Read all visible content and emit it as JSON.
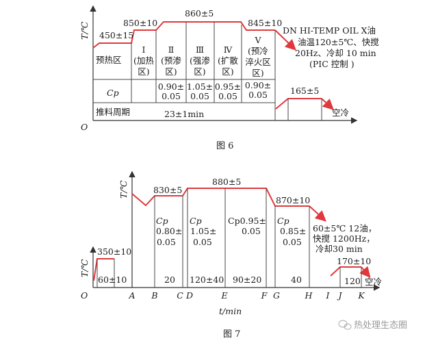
{
  "fig6": {
    "y_axis_label": "T/℃",
    "origin": "O",
    "temps": [
      "450±15",
      "850±10",
      "860±5",
      "845±10"
    ],
    "row_labels": {
      "zone": "预热区",
      "cp": "Cp",
      "cycle": "推料周期"
    },
    "zones": [
      {
        "num": "Ⅰ",
        "lines": [
          "(加热",
          "区)"
        ]
      },
      {
        "num": "Ⅱ",
        "lines": [
          "(预渗",
          "区)"
        ]
      },
      {
        "num": "Ⅲ",
        "lines": [
          "(强渗",
          "区)"
        ]
      },
      {
        "num": "Ⅳ",
        "lines": [
          "(扩散",
          "区)"
        ]
      },
      {
        "num": "Ⅴ",
        "lines": [
          "(预冷",
          "淬火区",
          "区)"
        ]
      }
    ],
    "cp_values": [
      [
        "0.90±",
        "0.05"
      ],
      [
        "1.05±",
        "0.05"
      ],
      [
        "0.95±",
        "0.05"
      ],
      [
        "0.90±",
        "0.05"
      ]
    ],
    "cycle_value": "23±1min",
    "quench_note": [
      "DN HI-TEMP OIL X油",
      "油温120±5℃、快搅",
      "20Hz、冷却 10 min",
      "(PIC 控制 )"
    ],
    "temper_temp": "165±5",
    "air_cool": "空冷",
    "caption": "图  6"
  },
  "fig7": {
    "y_axis_label": "T/℃",
    "small_y_axis_label": "T/℃",
    "origin": "O",
    "x_axis_label": "t/min",
    "points": [
      "A",
      "B",
      "C",
      "D",
      "E",
      "F",
      "G",
      "H",
      "I",
      "J",
      "K"
    ],
    "preheat": {
      "temp": "350±10",
      "time": "60±10"
    },
    "temps": [
      "830±5",
      "880±5",
      "870±10"
    ],
    "cp_blocks": [
      [
        "Cp",
        "0.80±",
        "0.05"
      ],
      [
        "Cp",
        "1.05±",
        "0.05"
      ],
      [
        "Cp0.95±",
        "0.05"
      ],
      [
        "Cp",
        "0.85±",
        "0.05"
      ]
    ],
    "times": [
      "20",
      "120±40",
      "90±20",
      "40",
      "120"
    ],
    "quench_note": [
      "60±5℃ 12油，",
      "快搅 1200Hz，",
      "冷却30 min"
    ],
    "temper_temp": "170±10",
    "air_cool": "空冷",
    "caption": "图  7"
  },
  "watermark": "热处理生态圈"
}
